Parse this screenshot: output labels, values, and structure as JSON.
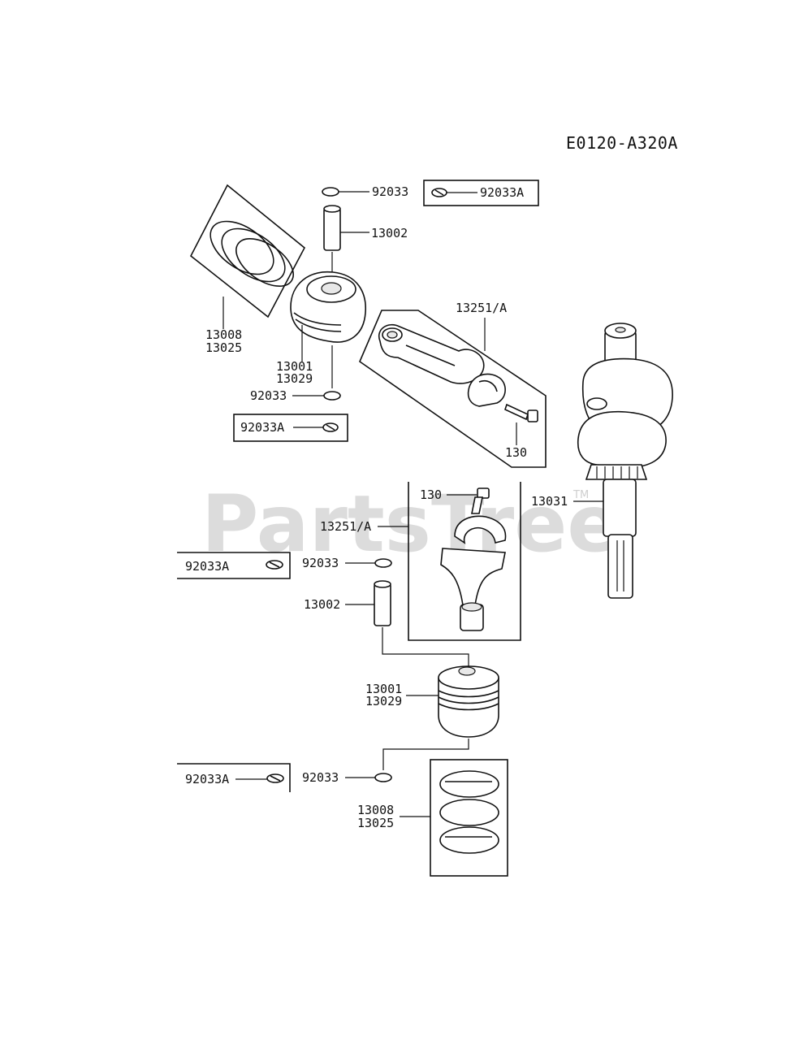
{
  "diagram_code": "E0120-A320A",
  "watermark": "PartsTree",
  "watermark_tm": "TM",
  "labels": {
    "circlip_top": "92033",
    "circlip_top_alt": "92033A",
    "pin_top": "13002",
    "rings_top_a": "13008",
    "rings_top_b": "13025",
    "piston_top_a": "13001",
    "piston_top_b": "13029",
    "circlip_mid": "92033",
    "circlip_mid_alt": "92033A",
    "rod_top": "13251/A",
    "bolt_top": "130",
    "crankshaft": "13031",
    "bolt_bottom": "130",
    "rod_bottom": "13251/A",
    "circlip_low_alt": "92033A",
    "circlip_low": "92033",
    "pin_bottom": "13002",
    "piston_bottom_a": "13001",
    "piston_bottom_b": "13029",
    "circlip_base_alt": "92033A",
    "circlip_base": "92033",
    "rings_bottom_a": "13008",
    "rings_bottom_b": "13025"
  }
}
